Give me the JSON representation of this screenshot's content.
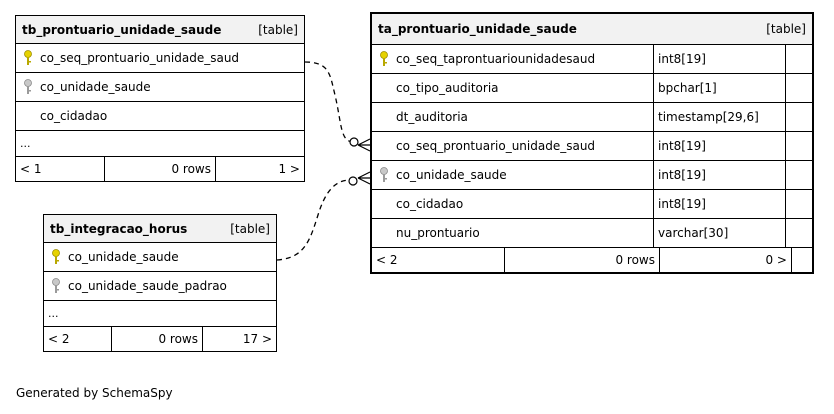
{
  "tables": {
    "prontuario": {
      "name": "tb_prontuario_unidade_saude",
      "type": "[table]",
      "columns": [
        "co_seq_prontuario_unidade_saud",
        "co_unidade_saude",
        "co_cidadao"
      ],
      "ellipsis": "...",
      "footer": {
        "left": "< 1",
        "mid": "0 rows",
        "right": "1 >"
      }
    },
    "horus": {
      "name": "tb_integracao_horus",
      "type": "[table]",
      "columns": [
        "co_unidade_saude",
        "co_unidade_saude_padrao"
      ],
      "ellipsis": "...",
      "footer": {
        "left": "< 2",
        "mid": "0 rows",
        "right": "17 >"
      }
    },
    "audit": {
      "name": "ta_prontuario_unidade_saude",
      "type": "[table]",
      "columns": [
        {
          "name": "co_seq_taprontuariounidadesaud",
          "type": "int8[19]"
        },
        {
          "name": "co_tipo_auditoria",
          "type": "bpchar[1]"
        },
        {
          "name": "dt_auditoria",
          "type": "timestamp[29,6]"
        },
        {
          "name": "co_seq_prontuario_unidade_saud",
          "type": "int8[19]"
        },
        {
          "name": "co_unidade_saude",
          "type": "int8[19]"
        },
        {
          "name": "co_cidadao",
          "type": "int8[19]"
        },
        {
          "name": "nu_prontuario",
          "type": "varchar[30]"
        }
      ],
      "footer": {
        "left": "< 2",
        "mid": "0 rows",
        "right": "0 >"
      }
    }
  },
  "icons": {
    "primary_key": "key-icon-gold",
    "foreign_key": "key-icon-gray"
  },
  "colors": {
    "pk_key": "#e6d200",
    "fk_key": "#9a9a9a",
    "header_bg": "#f2f2f2"
  },
  "footer_text": "Generated by SchemaSpy"
}
